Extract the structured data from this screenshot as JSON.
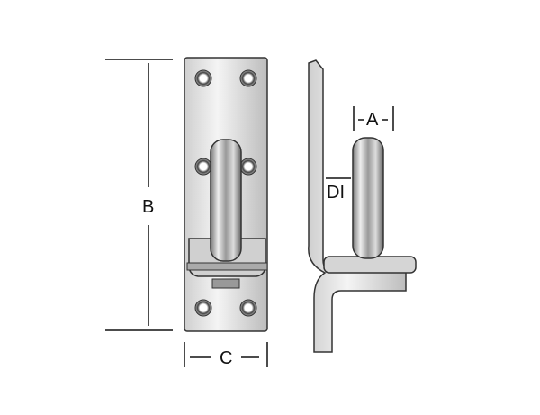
{
  "diagram": {
    "subject": "hinge pin on plate",
    "views": [
      "front-view",
      "side-view"
    ],
    "dimensions": {
      "A": {
        "label": "A",
        "meaning": "pin diameter"
      },
      "B": {
        "label": "B",
        "meaning": "plate height"
      },
      "C": {
        "label": "C",
        "meaning": "plate width"
      },
      "DI": {
        "label": "DI",
        "meaning": "pin length"
      }
    },
    "colors": {
      "metal_light": "#e8e8e8",
      "metal_mid": "#b8b8b8",
      "metal_dark": "#555555",
      "line": "#111111"
    }
  }
}
